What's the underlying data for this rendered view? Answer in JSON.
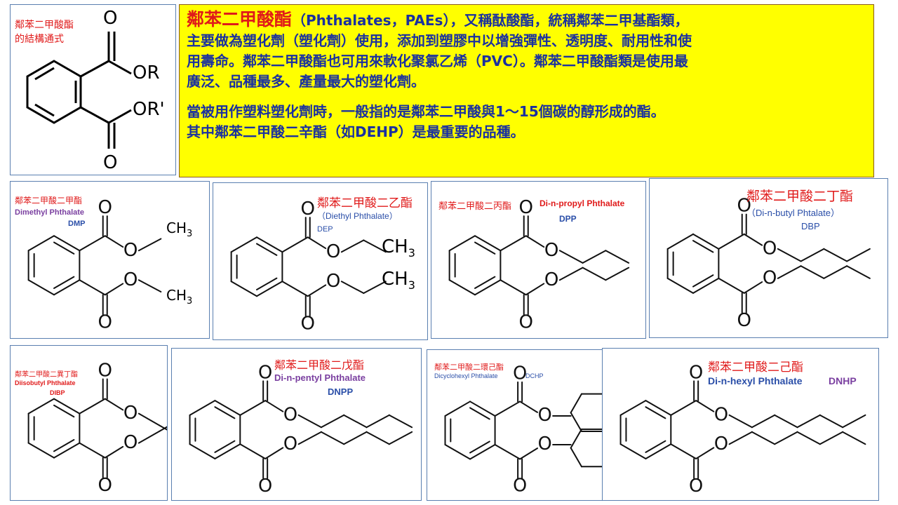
{
  "general": {
    "label_line1": "鄰苯二甲酸酯",
    "label_line2": "的結構通式",
    "ester1": "OR",
    "ester2": "OR'",
    "o_top": "O",
    "o_bottom": "O"
  },
  "info": {
    "title": "鄰苯二甲酸酯",
    "title_rest": "（Phthalates，PAEs），又稱酞酸酯，統稱鄰苯二甲基酯類，",
    "line2": "主要做為塑化劑（塑化劑）使用，添加到塑膠中以增強彈性、透明度、耐用性和使",
    "line3": "用壽命。鄰苯二甲酸酯也可用來軟化聚氯乙烯（PVC）。鄰苯二甲酸酯類是使用最",
    "line4": "廣泛、品種最多、產量最大的塑化劑。",
    "line5": "當被用作塑料塑化劑時，一般指的是鄰苯二甲酸與1～15個碳的醇形成的酯。",
    "line6": "其中鄰苯二甲酸二辛酯（如DEHP）是最重要的品種。"
  },
  "compounds": [
    {
      "id": "dmp",
      "cn": "鄰苯二甲酸二甲酯",
      "en": "Dimethyl Phthalate",
      "abbr": "DMP",
      "o": "O",
      "ch3": "CH",
      "sub": "3"
    },
    {
      "id": "dep",
      "cn": "鄰苯二甲酸二乙酯",
      "en": "（Diethyl Phthalate）",
      "abbr": "DEP",
      "o": "O",
      "ch3": "CH",
      "sub": "3"
    },
    {
      "id": "dpp",
      "cn": "鄰苯二甲酸二丙酯",
      "en": "Di-n-propyl Phthalate",
      "abbr": "DPP",
      "o": "O"
    },
    {
      "id": "dbp",
      "cn": "鄰苯二甲酸二丁酯",
      "en": "（Di-n-butyl Phtalate）",
      "abbr": "DBP",
      "o": "O"
    },
    {
      "id": "dibp",
      "cn": "鄰苯二甲酸二異丁酯",
      "en": "Diisobutyl Phthalate",
      "abbr": "DIBP",
      "o": "O"
    },
    {
      "id": "dnpp",
      "cn": "鄰苯二甲酸二戊酯",
      "en": "Di-n-pentyl Phthalate",
      "abbr": "DNPP",
      "o": "O"
    },
    {
      "id": "dchp",
      "cn": "鄰苯二甲酸二環己酯",
      "en": "Dicyclohexyl Phthalate",
      "abbr": "DCHP",
      "o": "O"
    },
    {
      "id": "dnhp",
      "cn": "鄰苯二甲酸二己酯",
      "en": "Di-n-hexyl Phthalate",
      "abbr": "DNHP",
      "o": "O"
    }
  ]
}
